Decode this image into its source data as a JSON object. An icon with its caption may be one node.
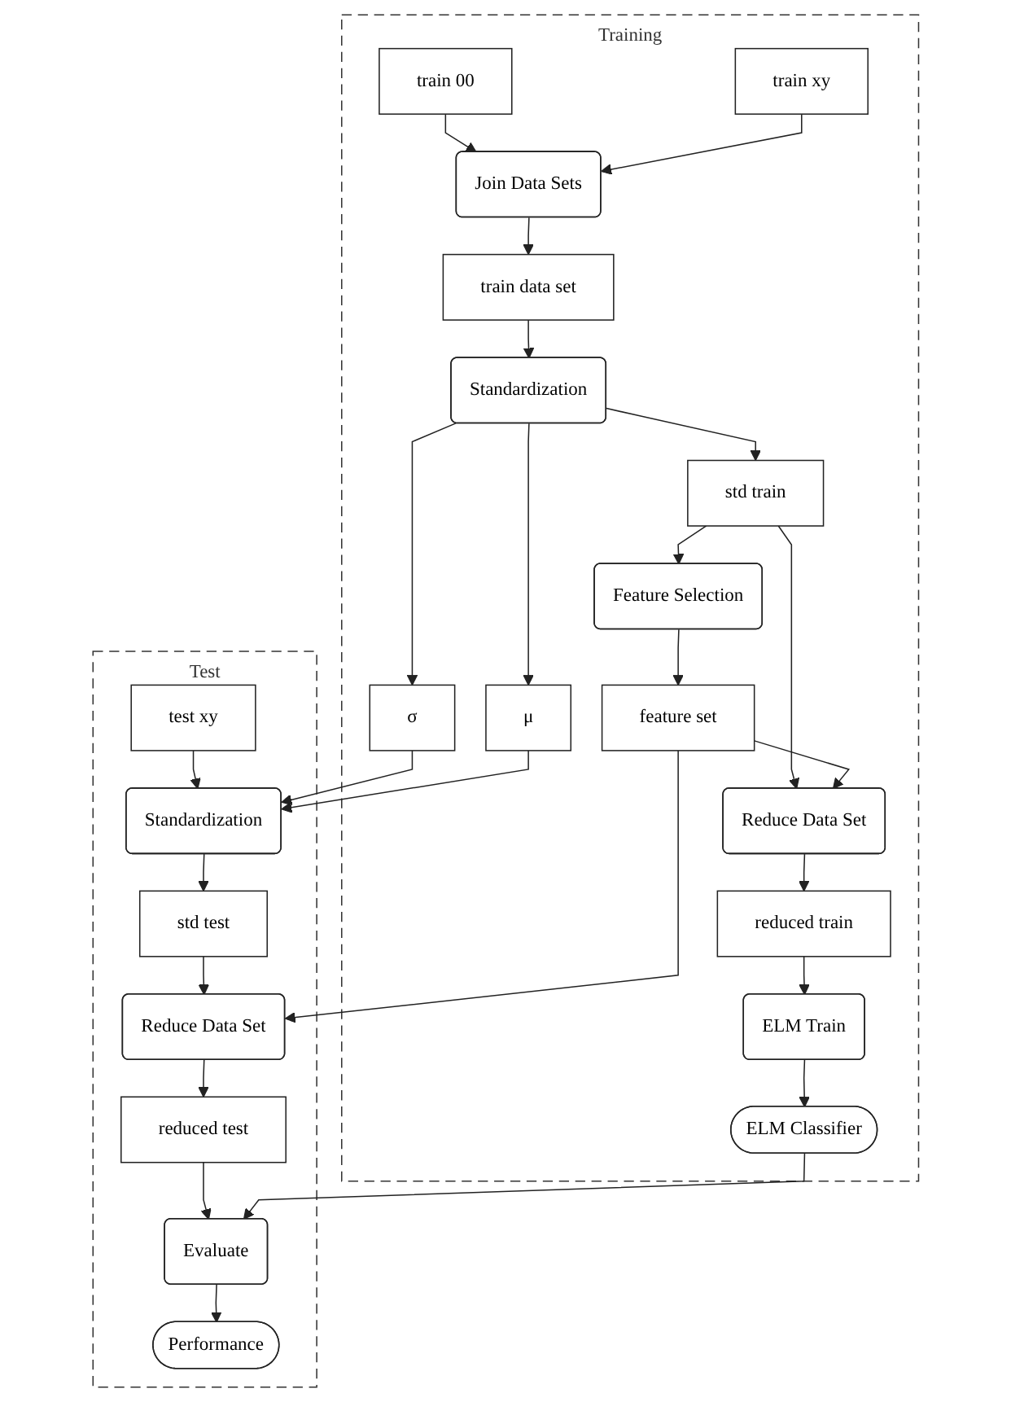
{
  "diagram": {
    "nodes": [
      {
        "text": [
          "Training"
        ]
      },
      {
        "text": [
          "train 00"
        ],
        "in": 0
      },
      {
        "text": [
          "train xy"
        ],
        "in": 0
      },
      {
        "text": [
          "Join Data Sets"
        ],
        "in": 0
      },
      {
        "text": [
          "train data set"
        ],
        "in": 0
      },
      {
        "text": [
          "Standardization"
        ],
        "in": 0
      },
      {
        "text": [
          "std train"
        ],
        "in": 0
      },
      {
        "text": [
          "μ"
        ],
        "in": 0
      },
      {
        "text": [
          "σ"
        ],
        "in": 0
      },
      {
        "text": [
          "Feature Selection"
        ],
        "in": 0
      },
      {
        "text": [
          "feature set"
        ],
        "in": 0
      },
      {
        "text": [
          "Reduce Data Set"
        ],
        "in": 0
      },
      {
        "text": [
          "reduced train"
        ],
        "in": 0
      },
      {
        "text": [
          "ELM Train"
        ],
        "in": 0
      },
      {
        "text": [
          "ELM Classifier"
        ],
        "in": 0
      },
      {
        "text": [
          "Test"
        ]
      },
      {
        "text": [
          "test xy"
        ],
        "in": 15
      },
      {
        "text": [
          "Standardization"
        ],
        "in": 15
      },
      {
        "text": [
          "std test"
        ],
        "in": 15
      },
      {
        "text": [
          "Reduce Data Set"
        ],
        "in": 15
      },
      {
        "text": [
          "reduced test"
        ],
        "in": 15
      },
      {
        "text": [
          "Evaluate"
        ],
        "in": 15
      },
      {
        "text": [
          "Performance"
        ],
        "in": 15
      }
    ],
    "edges": [
      {
        "from": 1,
        "to": 3,
        "arrow": "to"
      },
      {
        "from": 2,
        "to": 3,
        "arrow": "to"
      },
      {
        "from": 3,
        "to": 4,
        "arrow": "to"
      },
      {
        "from": 4,
        "to": 5,
        "arrow": "to"
      },
      {
        "from": 5,
        "to": 6,
        "arrow": "to"
      },
      {
        "from": 5,
        "to": 7,
        "arrow": "to"
      },
      {
        "from": 5,
        "to": 8,
        "arrow": "to"
      },
      {
        "from": 6,
        "to": 9,
        "arrow": "to"
      },
      {
        "from": 6,
        "to": 11,
        "arrow": "to"
      },
      {
        "from": 9,
        "to": 10,
        "arrow": "to"
      },
      {
        "from": 10,
        "to": 11,
        "arrow": "to"
      },
      {
        "from": 11,
        "to": 12,
        "arrow": "to"
      },
      {
        "from": 12,
        "to": 13,
        "arrow": "to"
      },
      {
        "from": 13,
        "to": 14,
        "arrow": "to"
      },
      {
        "from": 16,
        "to": 17,
        "arrow": "to"
      },
      {
        "from": 8,
        "to": 17,
        "arrow": "to"
      },
      {
        "from": 7,
        "to": 17,
        "arrow": "to"
      },
      {
        "from": 17,
        "to": 18,
        "arrow": "to"
      },
      {
        "from": 18,
        "to": 19,
        "arrow": "to"
      },
      {
        "from": 10,
        "to": 19,
        "arrow": "to"
      },
      {
        "from": 19,
        "to": 20,
        "arrow": "to"
      },
      {
        "from": 20,
        "to": 21,
        "arrow": "to"
      },
      {
        "from": 14,
        "to": 21,
        "arrow": "to"
      },
      {
        "from": 21,
        "to": 22,
        "arrow": "to"
      }
    ]
  }
}
